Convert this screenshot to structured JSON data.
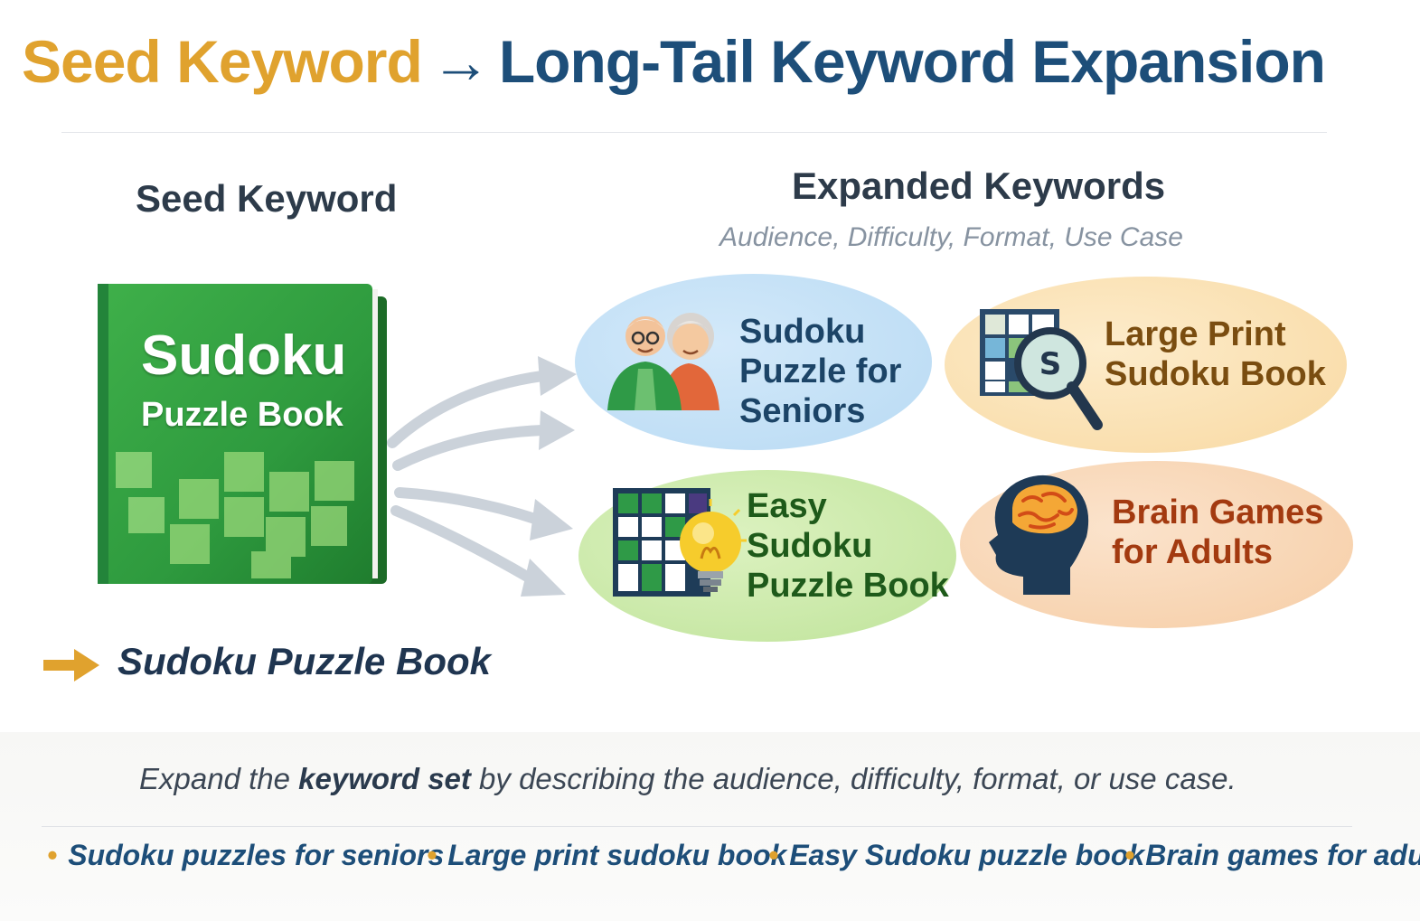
{
  "header": {
    "seed_part": "Seed Keyword",
    "arrow": "→",
    "rest_part": "Long-Tail Keyword Expansion"
  },
  "left": {
    "heading": "Seed Keyword",
    "book_title": "Sudoku",
    "book_subtitle": "Puzzle Book",
    "seed_value": "Sudoku Puzzle Book"
  },
  "right": {
    "heading": "Expanded Keywords",
    "subtitle": "Audience, Difficulty, Format, Use Case",
    "bubbles": [
      {
        "label": "Sudoku\nPuzzle for\nSeniors",
        "icon": "seniors-icon",
        "color": "#b8daf3"
      },
      {
        "label": "Large Print\nSudoku Book",
        "icon": "magnifier-grid-icon",
        "color": "#f8d9a2"
      },
      {
        "label": "Easy\nSudoku\nPuzzle Book",
        "icon": "lightbulb-grid-icon",
        "color": "#bfe39a"
      },
      {
        "label": "Brain Games\nfor Adults",
        "icon": "brain-head-icon",
        "color": "#f6cda5"
      }
    ]
  },
  "footer": {
    "text_before": "Expand the ",
    "text_bold": "keyword set",
    "text_after": " by describing the audience, difficulty, format, or use case.",
    "bullet": "•",
    "examples": [
      "Sudoku puzzles for seniors",
      "Large print sudoku book",
      "Easy Sudoku puzzle book",
      "Brain games for adults"
    ]
  },
  "colors": {
    "accent_gold": "#e0a22e",
    "accent_navy": "#1d4e79",
    "book_green": "#2e9a3e"
  }
}
